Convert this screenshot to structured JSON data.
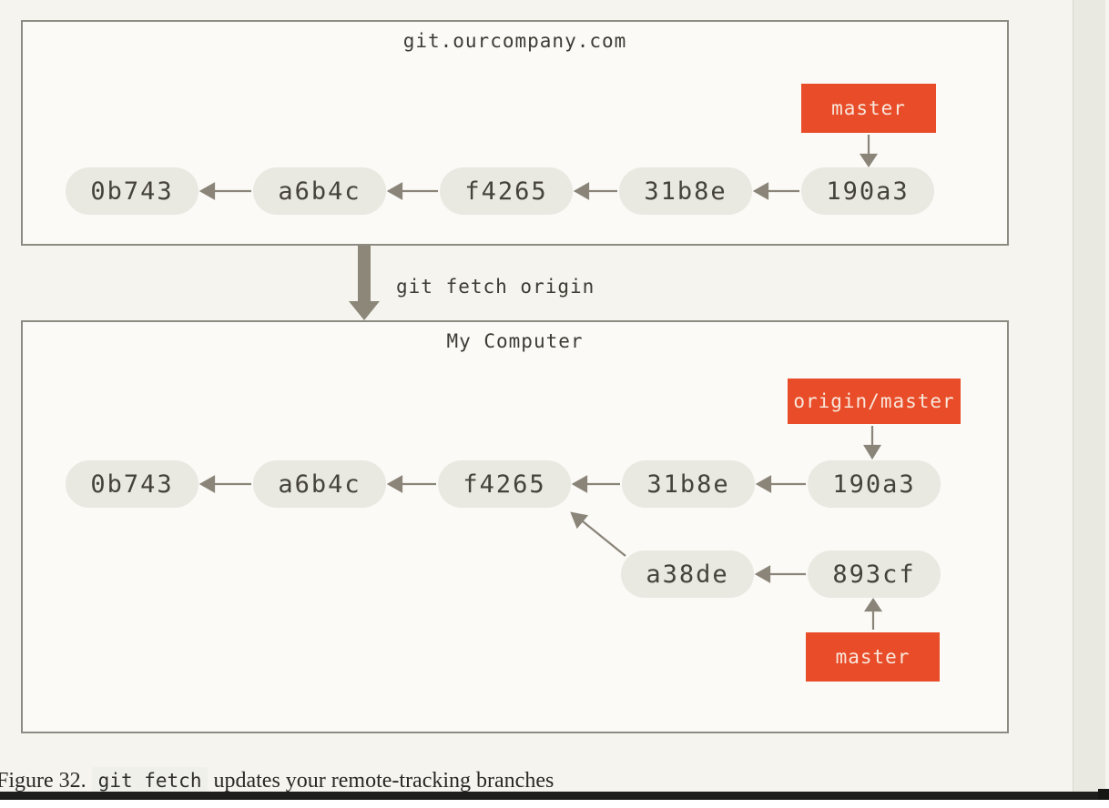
{
  "colors": {
    "page_background": "#f5f4ee",
    "accent_red": "#e84c28",
    "node_fill": "#e9e8e1",
    "node_text": "#45423b",
    "arrow_gray": "#8a8479",
    "box_border": "#8e8b83"
  },
  "remote_repo": {
    "title": "git.ourcompany.com",
    "branch_label": "master",
    "commits": [
      "0b743",
      "a6b4c",
      "f4265",
      "31b8e",
      "190a3"
    ]
  },
  "fetch_command": "git fetch origin",
  "local_repo": {
    "title": "My Computer",
    "remote_tracking_label": "origin/master",
    "branch_label": "master",
    "commits": [
      "0b743",
      "a6b4c",
      "f4265",
      "31b8e",
      "190a3"
    ],
    "local_branch_commits": [
      "a38de",
      "893cf"
    ]
  },
  "caption": {
    "figure_label": "Figure 32.",
    "code_text": "git fetch",
    "suffix": "updates your remote-tracking branches"
  }
}
